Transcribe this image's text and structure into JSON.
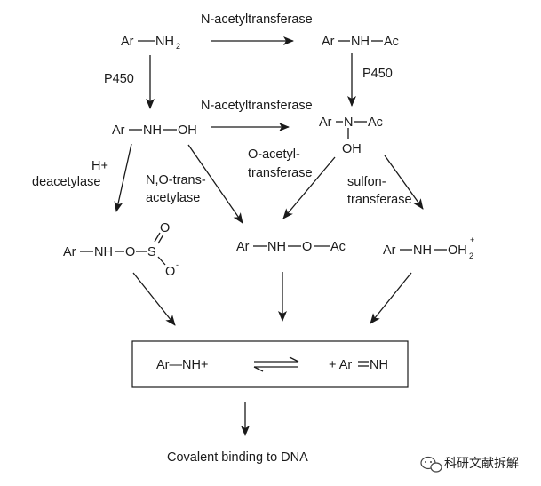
{
  "compounds": {
    "arylamine": {
      "ar": "Ar",
      "nh": "NH",
      "sub": "2"
    },
    "arylamide": {
      "ar": "Ar",
      "nh": "NH",
      "ac": "Ac"
    },
    "hydroxylamine": {
      "ar": "Ar",
      "nh": "NH",
      "oh": "OH"
    },
    "hydroxamic": {
      "ar": "Ar",
      "n": "N",
      "ac": "Ac",
      "oh": "OH"
    },
    "sulfate": {
      "ar": "Ar",
      "nh": "NH",
      "o": "O",
      "s": "S",
      "o_top": "O",
      "o_neg": "O",
      "neg": "-"
    },
    "acetoxy": {
      "ar": "Ar",
      "nh": "NH",
      "o": "O",
      "ac": "Ac"
    },
    "protonated": {
      "ar": "Ar",
      "nh": "NH",
      "oh2": "OH",
      "sub": "2",
      "plus": "+"
    }
  },
  "enzymes": {
    "nat_top": "N-acetyltransferase",
    "p450_left": "P450",
    "p450_right": "P450",
    "nat_mid": "N-acetyltransferase",
    "h_plus": "H+",
    "deacetylase": "deacetylase",
    "no_trans_1": "N,O-trans-",
    "no_trans_2": "acetylase",
    "o_acetyl_1": "O-acetyl-",
    "o_acetyl_2": "transferase",
    "sulfon_1": "sulfon-",
    "sulfon_2": "transferase"
  },
  "box": {
    "left": "Ar—NH+",
    "right_prefix": "+ Ar",
    "right_nh": "NH"
  },
  "outcome": "Covalent binding to DNA",
  "watermark": "科研文献拆解",
  "watermark_icon": "chat-bubble-icon"
}
